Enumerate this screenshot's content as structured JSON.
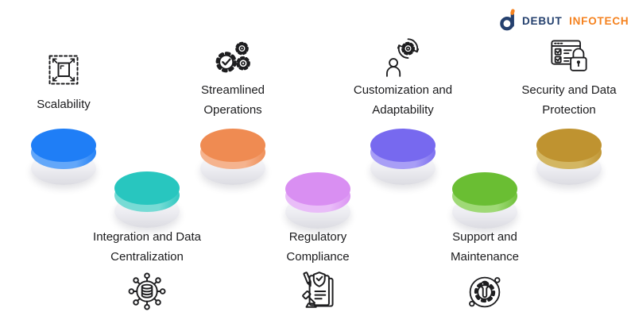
{
  "page": {
    "background": "#FFFFFF"
  },
  "logo": {
    "brand_part1": "DEBUT",
    "brand_part2": "INFOTECH",
    "navy_color": "#24406E",
    "orange_color": "#F5821F"
  },
  "items": [
    {
      "id": "scalability",
      "label_line1": "Scalability",
      "icon": "expand-arrows-icon",
      "row": "top",
      "disc_color": "#1F7EF6",
      "disc_side_color": "#63A7F9"
    },
    {
      "id": "integration-and-data-centralization",
      "label_line1": "Integration and Data",
      "label_line2": "Centralization",
      "icon": "database-network-icon",
      "row": "bottom",
      "disc_color": "#28C6BF",
      "disc_side_color": "#77DBD5"
    },
    {
      "id": "streamlined-operations",
      "label_line1": "Streamlined",
      "label_line2": "Operations",
      "icon": "gears-check-icon",
      "row": "top",
      "disc_color": "#EF8B52",
      "disc_side_color": "#F5B38E"
    },
    {
      "id": "regulatory-compliance",
      "label_line1": "Regulatory",
      "label_line2": "Compliance",
      "icon": "document-shield-gavel-icon",
      "row": "bottom",
      "disc_color": "#D98FF2",
      "disc_side_color": "#E9BDF8"
    },
    {
      "id": "customization-and-adaptability",
      "label_line1": "Customization and",
      "label_line2": "Adaptability",
      "icon": "person-gear-sync-icon",
      "row": "top",
      "disc_color": "#7769EF",
      "disc_side_color": "#A89EF6"
    },
    {
      "id": "support-and-maintenance",
      "label_line1": "Support and",
      "label_line2": "Maintenance",
      "icon": "gear-wrench-icon",
      "row": "bottom",
      "disc_color": "#6ABE33",
      "disc_side_color": "#9FD976"
    },
    {
      "id": "security-and-data-protection",
      "label_line1": "Security and Data",
      "label_line2": "Protection",
      "icon": "browser-lock-icon",
      "row": "top",
      "disc_color": "#BF9330",
      "disc_side_color": "#D3B662"
    }
  ]
}
